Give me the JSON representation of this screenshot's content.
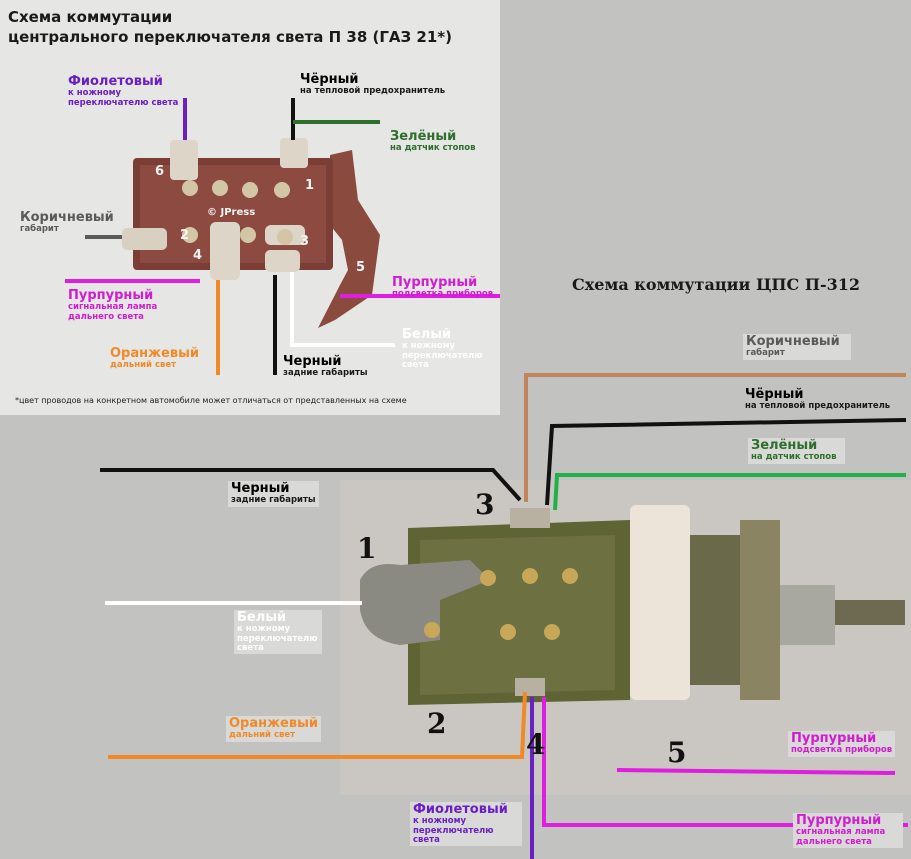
{
  "top_diagram": {
    "title_line1": "Схема коммутации",
    "title_line2": "центрального переключателя света П 38 (ГАЗ 21*)",
    "copyright": "© JPress",
    "numbers": [
      "1",
      "2",
      "3",
      "4",
      "5",
      "6"
    ],
    "labels": {
      "violet": {
        "name": "Фиолетовый",
        "sub": "к ножному переключателю света"
      },
      "black_fuse": {
        "name": "Чёрный",
        "sub": "на тепловой предохранитель"
      },
      "green": {
        "name": "Зелёный",
        "sub": "на датчик стопов"
      },
      "brown": {
        "name": "Коричневый",
        "sub": "габарит"
      },
      "purple_panel": {
        "name": "Пурпурный",
        "sub": "подсветка приборов"
      },
      "purple_high": {
        "name": "Пурпурный",
        "sub": "сигнальная лампа дальнего света"
      },
      "orange": {
        "name": "Оранжевый",
        "sub": "дальний свет"
      },
      "white": {
        "name": "Белый",
        "sub": "к ножному переключателю света"
      },
      "black_rear": {
        "name": "Черный",
        "sub": "задние габариты"
      }
    },
    "footnote": "*цвет проводов на конкретном автомобиле может отличаться от представленных на схеме"
  },
  "bottom_diagram": {
    "title": "Схема коммутации ЦПС П-312",
    "numbers": [
      "1",
      "2",
      "3",
      "4",
      "5"
    ],
    "labels": {
      "brown": {
        "name": "Коричневый",
        "sub": "габарит"
      },
      "black_fuse": {
        "name": "Чёрный",
        "sub": "на тепловой предохранитель"
      },
      "green": {
        "name": "Зелёный",
        "sub": "на датчик стопов"
      },
      "black_rear": {
        "name": "Черный",
        "sub": "задние габариты"
      },
      "white": {
        "name": "Белый",
        "sub": "к ножному переключателю света"
      },
      "orange": {
        "name": "Оранжевый",
        "sub": "дальний свет"
      },
      "purple_panel": {
        "name": "Пурпурный",
        "sub": "подсветка приборов"
      },
      "violet": {
        "name": "Фиолетовый",
        "sub": "к ножному переключателю света"
      },
      "purple_high": {
        "name": "Пурпурный",
        "sub": "сигнальная лампа дальнего света"
      }
    }
  },
  "colors": {
    "violet": "#6a1fc4",
    "black": "#111111",
    "green": "#2e6f2e",
    "green_bright": "#22b04a",
    "brown": "#c0855a",
    "purple": "#e01ee0",
    "orange": "#f08a28",
    "white": "#ffffff",
    "grey_label": "#5a5a5a"
  }
}
